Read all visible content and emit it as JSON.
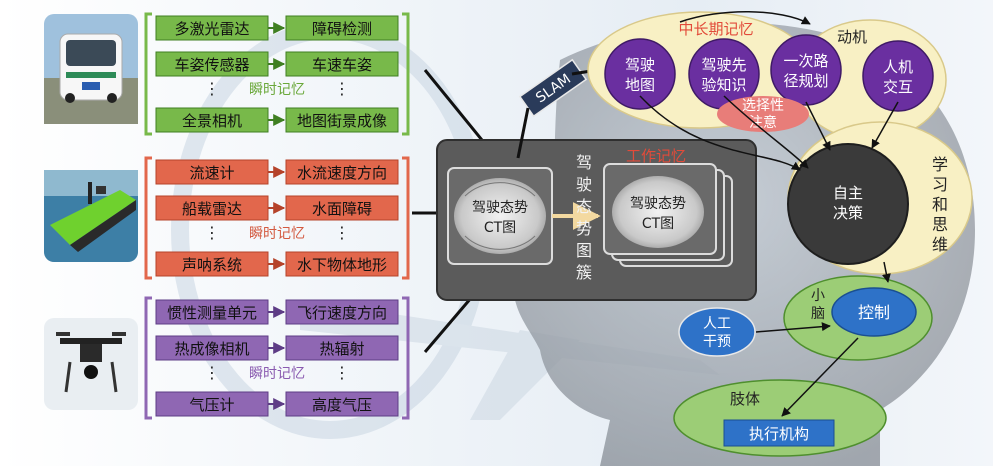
{
  "colors": {
    "green": "#78b94a",
    "green_dark": "#3f7f22",
    "orange": "#e2674c",
    "orange_dark": "#b5432a",
    "purple": "#8f67b3",
    "purple_dark": "#5e3d86",
    "violet": "#6a2fa0",
    "dark_circle": "#3a3a3a",
    "cream": "#f8f0c4",
    "blue": "#2e72c8",
    "pink": "#e87d79",
    "panel": "#565656"
  },
  "groups": [
    {
      "id": "vehicle",
      "photo_icon": "electric-car-photo",
      "photo_text": [
        "",
        ""
      ],
      "memory_label": "瞬时记忆",
      "rows": [
        {
          "sensor": "多激光雷达",
          "output": "障碍检测"
        },
        {
          "sensor": "车姿传感器",
          "output": "车速车姿"
        },
        {
          "sensor": "全景相机",
          "output": "地图街景成像"
        }
      ]
    },
    {
      "id": "boat",
      "photo_icon": "unmanned-boat-photo",
      "memory_label": "瞬时记忆",
      "rows": [
        {
          "sensor": "流速计",
          "output": "水流速度方向"
        },
        {
          "sensor": "船载雷达",
          "output": "水面障碍"
        },
        {
          "sensor": "声呐系统",
          "output": "水下物体地形"
        }
      ]
    },
    {
      "id": "drone",
      "photo_icon": "drone-photo",
      "memory_label": "瞬时记忆",
      "rows": [
        {
          "sensor": "惯性测量单元",
          "output": "飞行速度方向"
        },
        {
          "sensor": "热成像相机",
          "output": "热辐射"
        },
        {
          "sensor": "气压计",
          "output": "高度气压"
        }
      ]
    }
  ],
  "ellipsis": "⋮",
  "ct_main": {
    "line1": "驾驶态势",
    "line2": "CT图"
  },
  "cluster_label": [
    "驾",
    "驶",
    "态",
    "势",
    "图",
    "簇"
  ],
  "working_memory": {
    "label": "工作记忆",
    "line1": "驾驶态势",
    "line2": "CT图"
  },
  "slam": "SLAM",
  "long_term": {
    "label": "中长期记忆",
    "items": [
      [
        "驾驶",
        "地图"
      ],
      [
        "驾驶先",
        "验知识"
      ],
      [
        "一次路",
        "径规划"
      ]
    ]
  },
  "motive": {
    "label": "动机",
    "item": [
      "人机",
      "交互"
    ]
  },
  "attention": [
    "选择性",
    "注意"
  ],
  "learning": [
    "学",
    "习",
    "和",
    "思",
    "维"
  ],
  "decision": [
    "自主",
    "决策"
  ],
  "cerebellum": {
    "label": [
      "小",
      "脑"
    ],
    "control": "控制"
  },
  "human": [
    "人工",
    "干预"
  ],
  "body": {
    "label": "肢体",
    "actuator": "执行机构"
  }
}
